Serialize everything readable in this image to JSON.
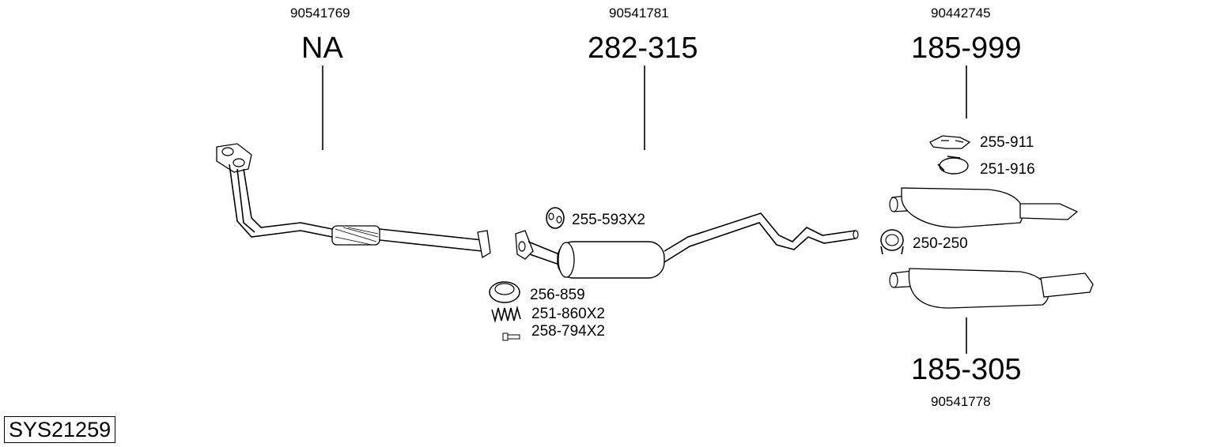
{
  "diagram_id": "SYS21259",
  "groups": [
    {
      "oe": "90541769",
      "part": "NA"
    },
    {
      "oe": "90541781",
      "part": "282-315"
    },
    {
      "oe": "90442745",
      "part": "185-999"
    },
    {
      "oe": "90541778",
      "part": "185-305"
    }
  ],
  "accessories": {
    "hanger_front": "255-593X2",
    "gasket": "256-859",
    "spring": "251-860X2",
    "bolt": "258-794X2",
    "rubber_mount": "255-911",
    "clamp_mid": "251-916",
    "clamp_rear": "250-250"
  }
}
